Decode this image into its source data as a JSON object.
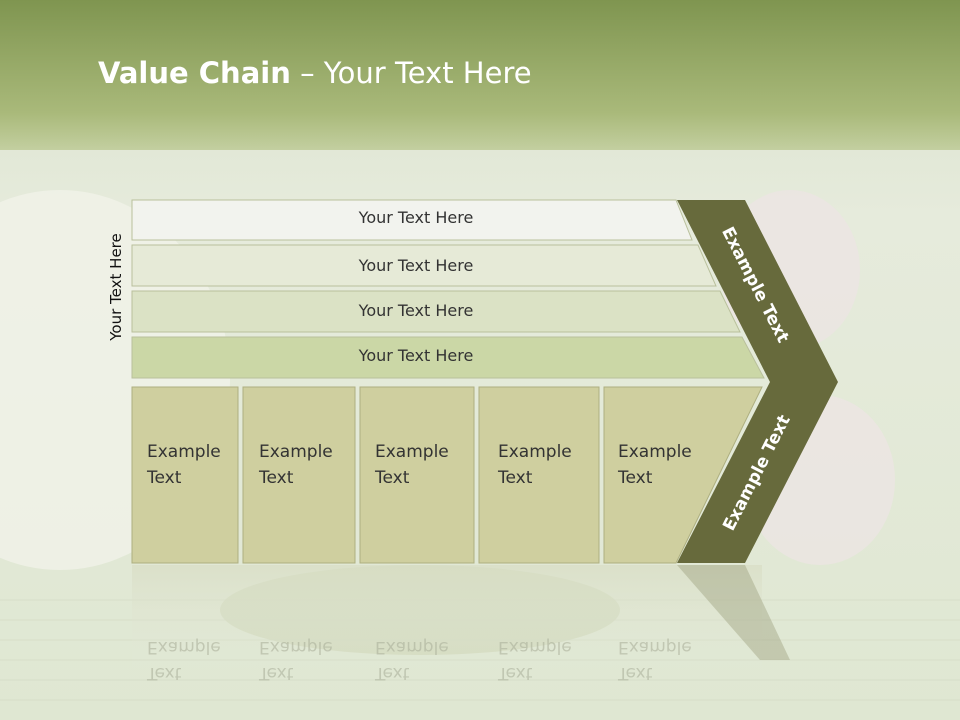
{
  "title": {
    "bold": "Value Chain",
    "rest": " – Your Text Here"
  },
  "side_label": "Your Text Here",
  "rows": [
    "Your Text Here",
    "Your Text Here",
    "Your Text Here",
    "Your Text Here"
  ],
  "boxes": [
    {
      "line1": "Example",
      "line2": "Text"
    },
    {
      "line1": "Example",
      "line2": "Text"
    },
    {
      "line1": "Example",
      "line2": "Text"
    },
    {
      "line1": "Example",
      "line2": "Text"
    },
    {
      "line1": "Example",
      "line2": "Text"
    }
  ],
  "chevron": {
    "upper": "Example Text",
    "lower": "Example Text"
  },
  "colors": {
    "header_top": "#7f9550",
    "header_bottom": "#a9b97a",
    "chevron": "#676a3c",
    "box_fill": "#cfcf9f",
    "row4_fill": "#cbd7a6"
  }
}
